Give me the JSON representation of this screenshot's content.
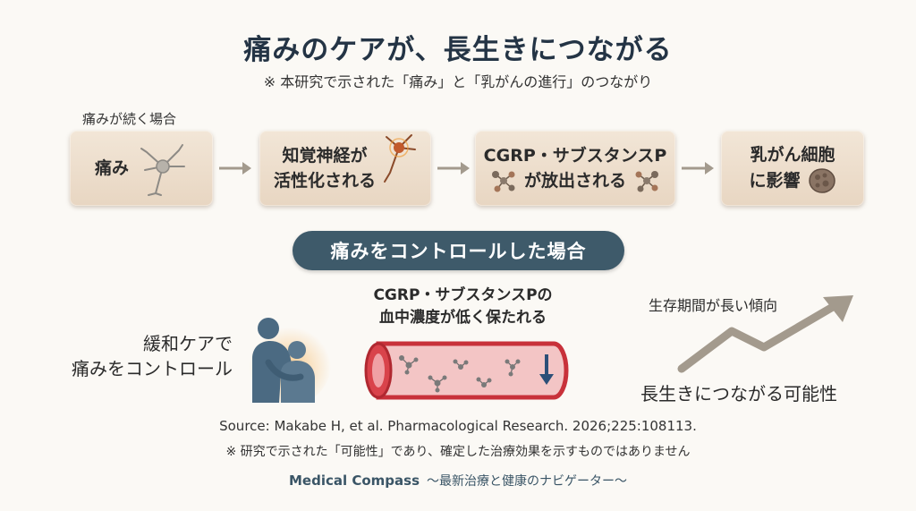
{
  "title": "痛みのケアが、長生きにつながる",
  "subtitle": "※ 本研究で示された「痛み」と「乳がんの進行」のつながり",
  "pain_scenario": {
    "label": "痛みが続く場合",
    "steps": [
      {
        "line1": "痛み",
        "line2": "",
        "icon": "neuron-icon"
      },
      {
        "line1": "知覚神経が",
        "line2": "活性化される",
        "icon": "activated-neuron-icon"
      },
      {
        "line1": "CGRP・サブスタンスP",
        "line2": "が放出される",
        "icon": "molecule-icon"
      },
      {
        "line1": "乳がん細胞",
        "line2": "に影響",
        "icon": "cancer-cell-icon"
      }
    ]
  },
  "control_scenario": {
    "label": "痛みをコントロールした場合",
    "care_line1": "緩和ケアで",
    "care_line2": "痛みをコントロール",
    "blood_line1": "CGRP・サブスタンスPの",
    "blood_line2": "血中濃度が低く保たれる",
    "trend_label": "生存期間が長い傾向",
    "outcome": "長生きにつながる可能性"
  },
  "source": "Source: Makabe H, et al. Pharmacological Research. 2026;225:108113.",
  "note": "※ 研究で示された「可能性」であり、確定した治療効果を示すものではありません",
  "footer": {
    "brand": "Medical Compass",
    "tagline": "～最新治療と健康のナビゲーター～"
  },
  "colors": {
    "title": "#243445",
    "step_box": "#ecdccb",
    "pill": "#3e5a6a",
    "vessel": "#c8313a",
    "arrow": "#a39a8d"
  }
}
